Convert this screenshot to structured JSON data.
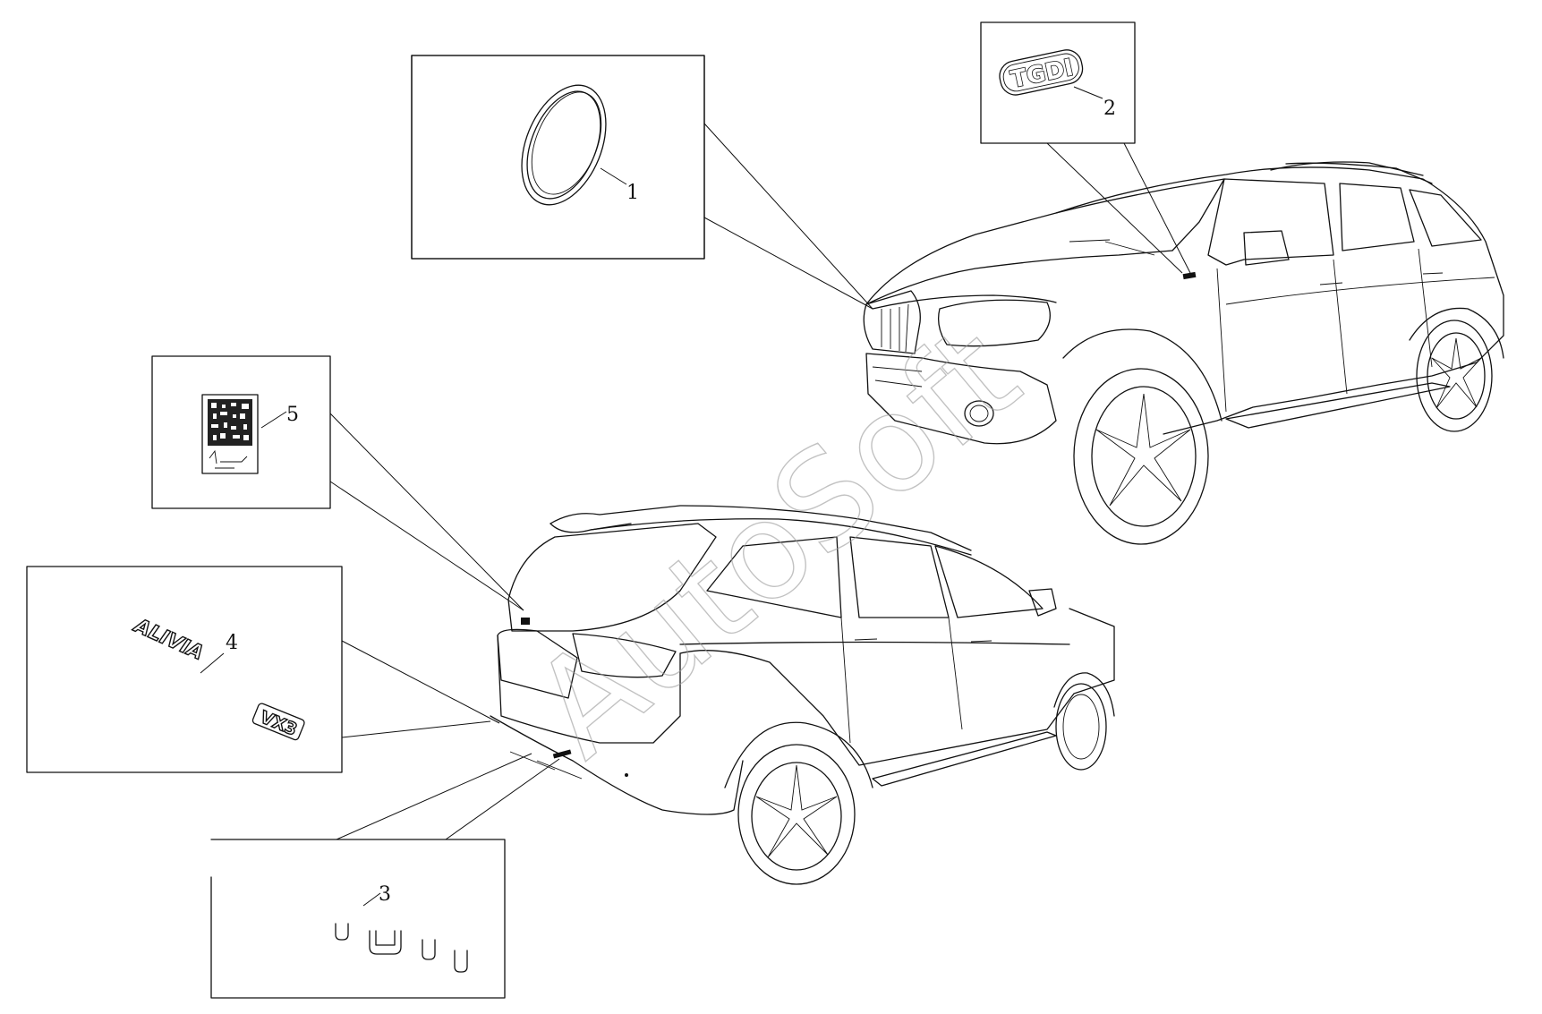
{
  "watermark": "AutoSoft",
  "callouts": [
    {
      "id": "1",
      "label": "1"
    },
    {
      "id": "2",
      "label": "2"
    },
    {
      "id": "3",
      "label": "3"
    },
    {
      "id": "4",
      "label": "4"
    },
    {
      "id": "5",
      "label": "5"
    }
  ],
  "parts": {
    "badge_tgdi": "TGDI",
    "emblem_model": "ALIVIA",
    "emblem_variant": "VX3"
  }
}
